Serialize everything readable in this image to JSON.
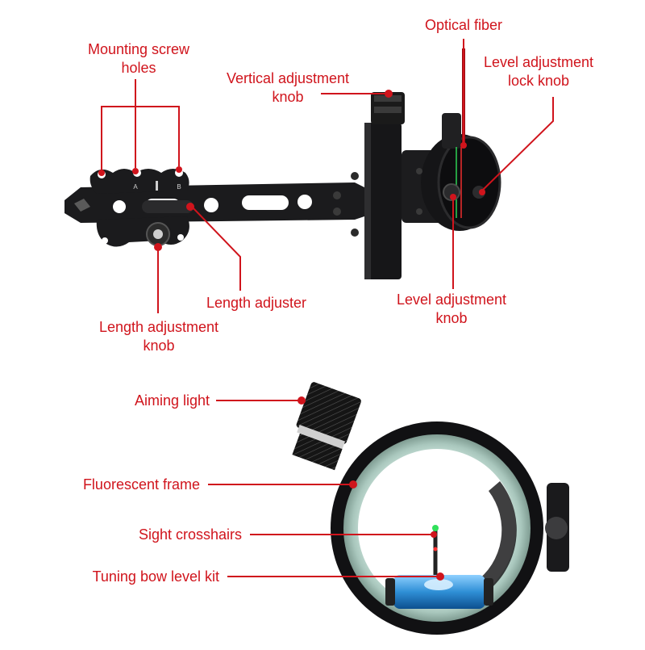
{
  "colors": {
    "annotation": "#d0141c",
    "metal": "#1b1b1d",
    "fluorescent_ring": "#a9c7bd",
    "bubble_vial": "#2f8fd6",
    "fiber_green": "#30e05a",
    "fiber_red": "#ff3030"
  },
  "top_diagram": {
    "labels": {
      "mounting_screw_holes": [
        "Mounting screw",
        "holes"
      ],
      "vertical_adjustment_knob": [
        "Vertical adjustment",
        "knob"
      ],
      "optical_fiber": "Optical fiber",
      "level_adjustment_lock_knob": [
        "Level adjustment",
        "lock knob"
      ],
      "level_adjustment_knob": [
        "Level adjustment",
        "knob"
      ],
      "length_adjuster": "Length adjuster",
      "length_adjustment_knob": [
        "Length adjustment",
        "knob"
      ]
    },
    "bracket_marks": [
      "A",
      "B"
    ]
  },
  "bottom_diagram": {
    "labels": {
      "aiming_light": "Aiming light",
      "fluorescent_frame": "Fluorescent frame",
      "sight_crosshairs": "Sight crosshairs",
      "tuning_bow_level_kit": "Tuning bow level kit"
    }
  }
}
